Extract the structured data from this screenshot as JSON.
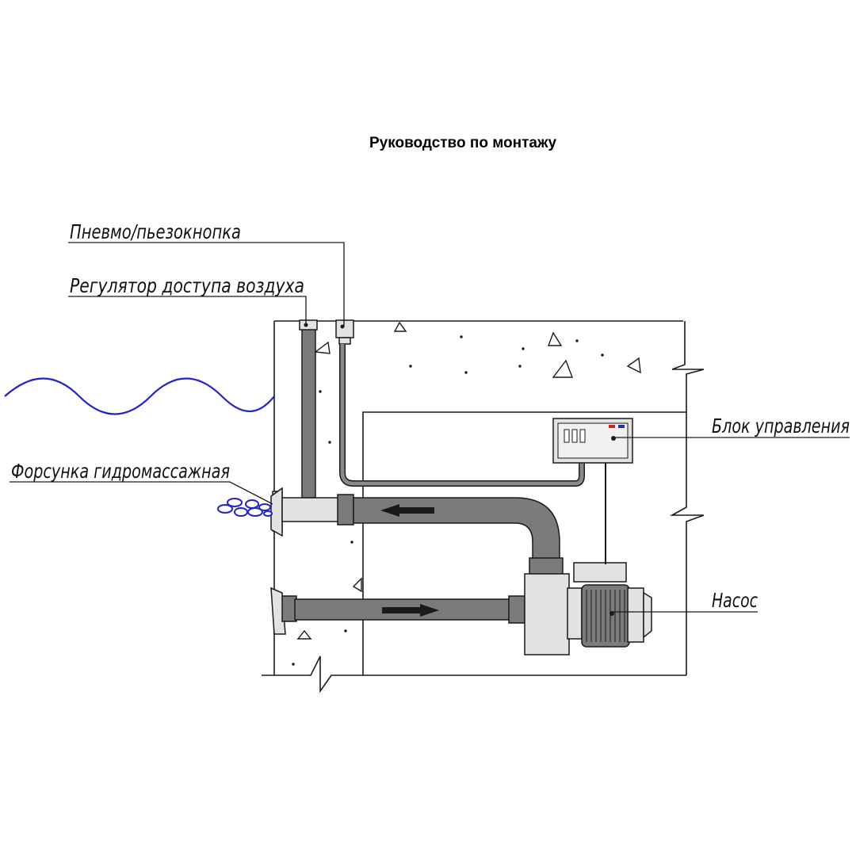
{
  "title": "Руководство по монтажу",
  "labels": {
    "button": "Пневмо/пьезокнопка",
    "air_regulator": "Регулятор доступа воздуха",
    "control_unit": "Блок управления",
    "nozzle": "Форсунка гидромассажная",
    "pump": "Насос"
  },
  "colors": {
    "water": "#2323c8",
    "pipe": "#7b7b7b",
    "light_part": "#e2e2e2",
    "line": "#1a1a1a",
    "indicator_red": "#cc2222",
    "indicator_blue": "#2233aa"
  }
}
